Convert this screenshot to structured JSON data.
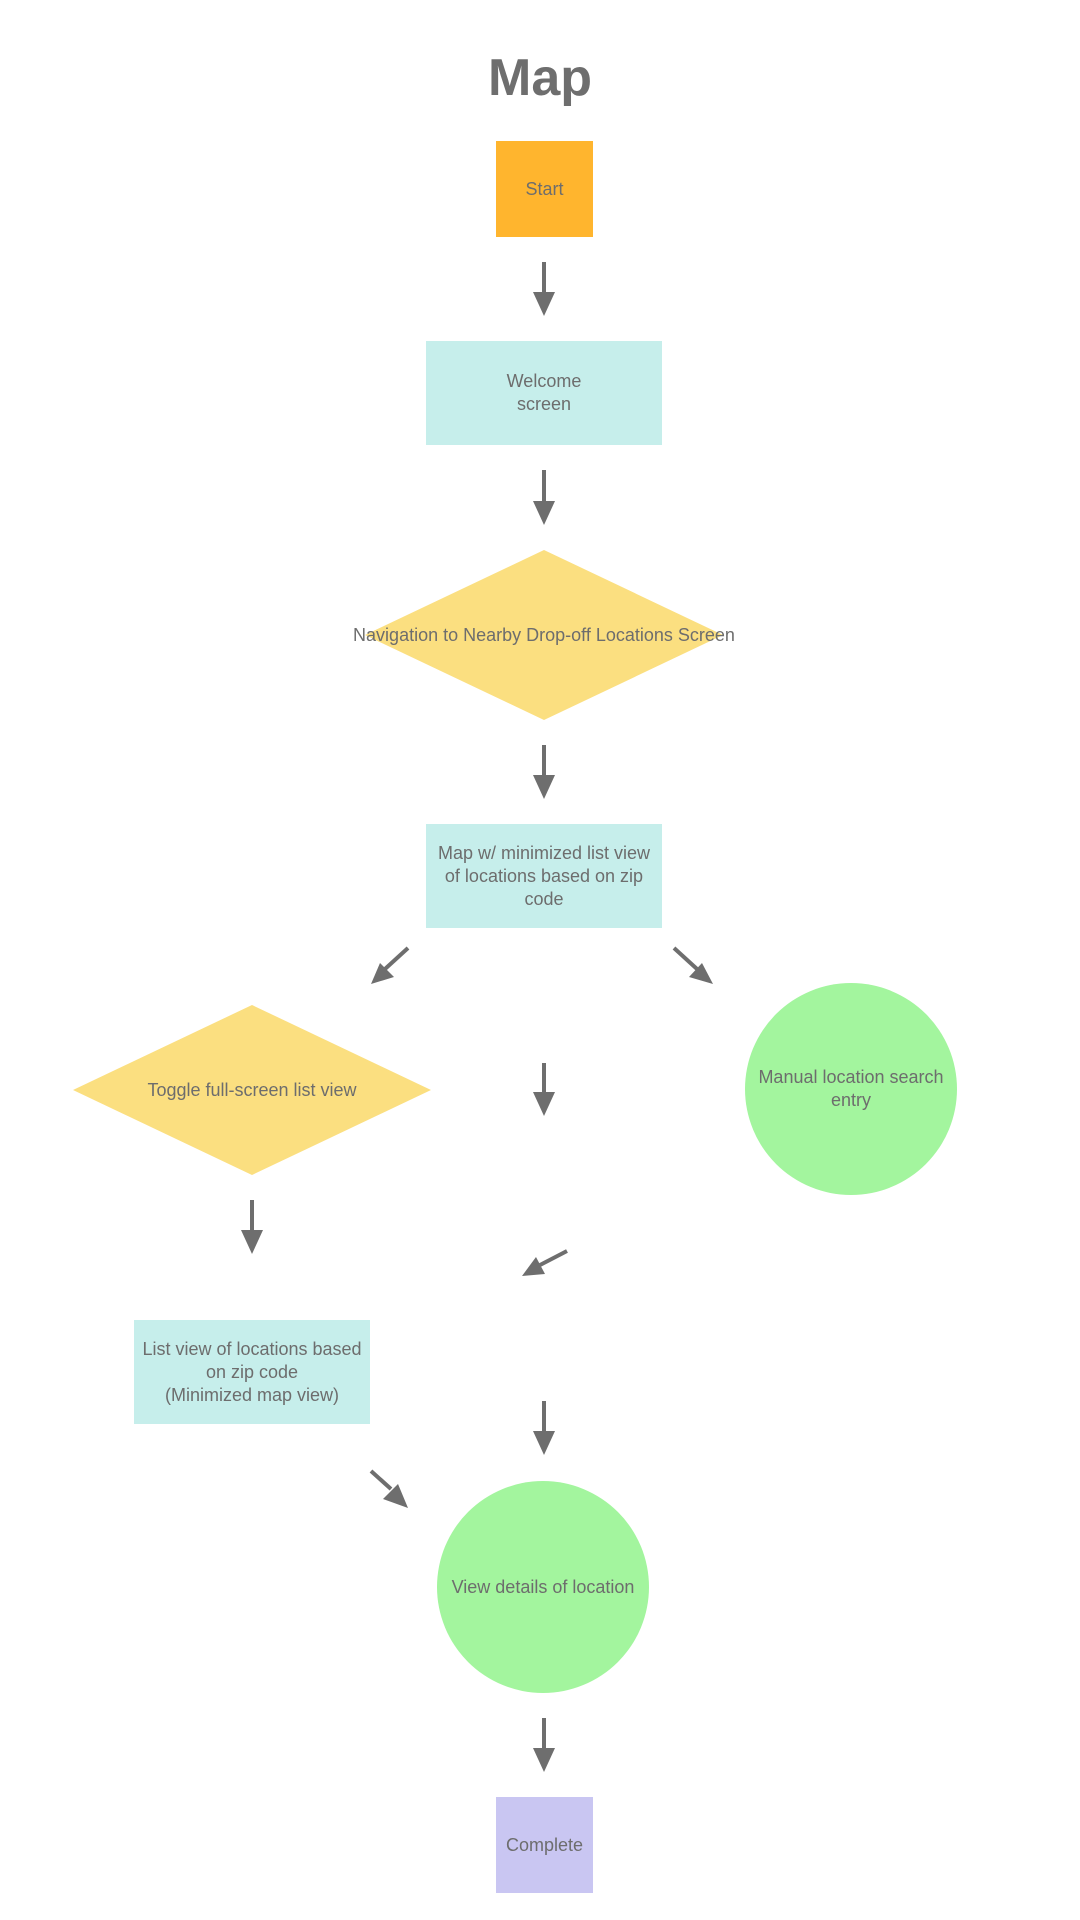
{
  "diagram": {
    "title": "Map",
    "nodes": {
      "start": "Start",
      "welcome": "Welcome\nscreen",
      "navigation": "Navigation to Nearby Drop-off Locations Screen",
      "map_list": "Map w/ minimized list view\nof locations based on zip\ncode",
      "toggle": "Toggle full-screen list view",
      "manual_search": "Manual location search\nentry",
      "list_view": "List view of locations based\non zip code\n(Minimized map view)",
      "view_details": "View details of location",
      "complete": "Complete"
    },
    "colors": {
      "start": "#ffb52e",
      "process": "#c6eeeb",
      "decision": "#fbdf80",
      "action": "#a3f59e",
      "complete": "#c9c6f2",
      "arrow": "#6e6e6e",
      "text": "#6d6d6d"
    }
  }
}
